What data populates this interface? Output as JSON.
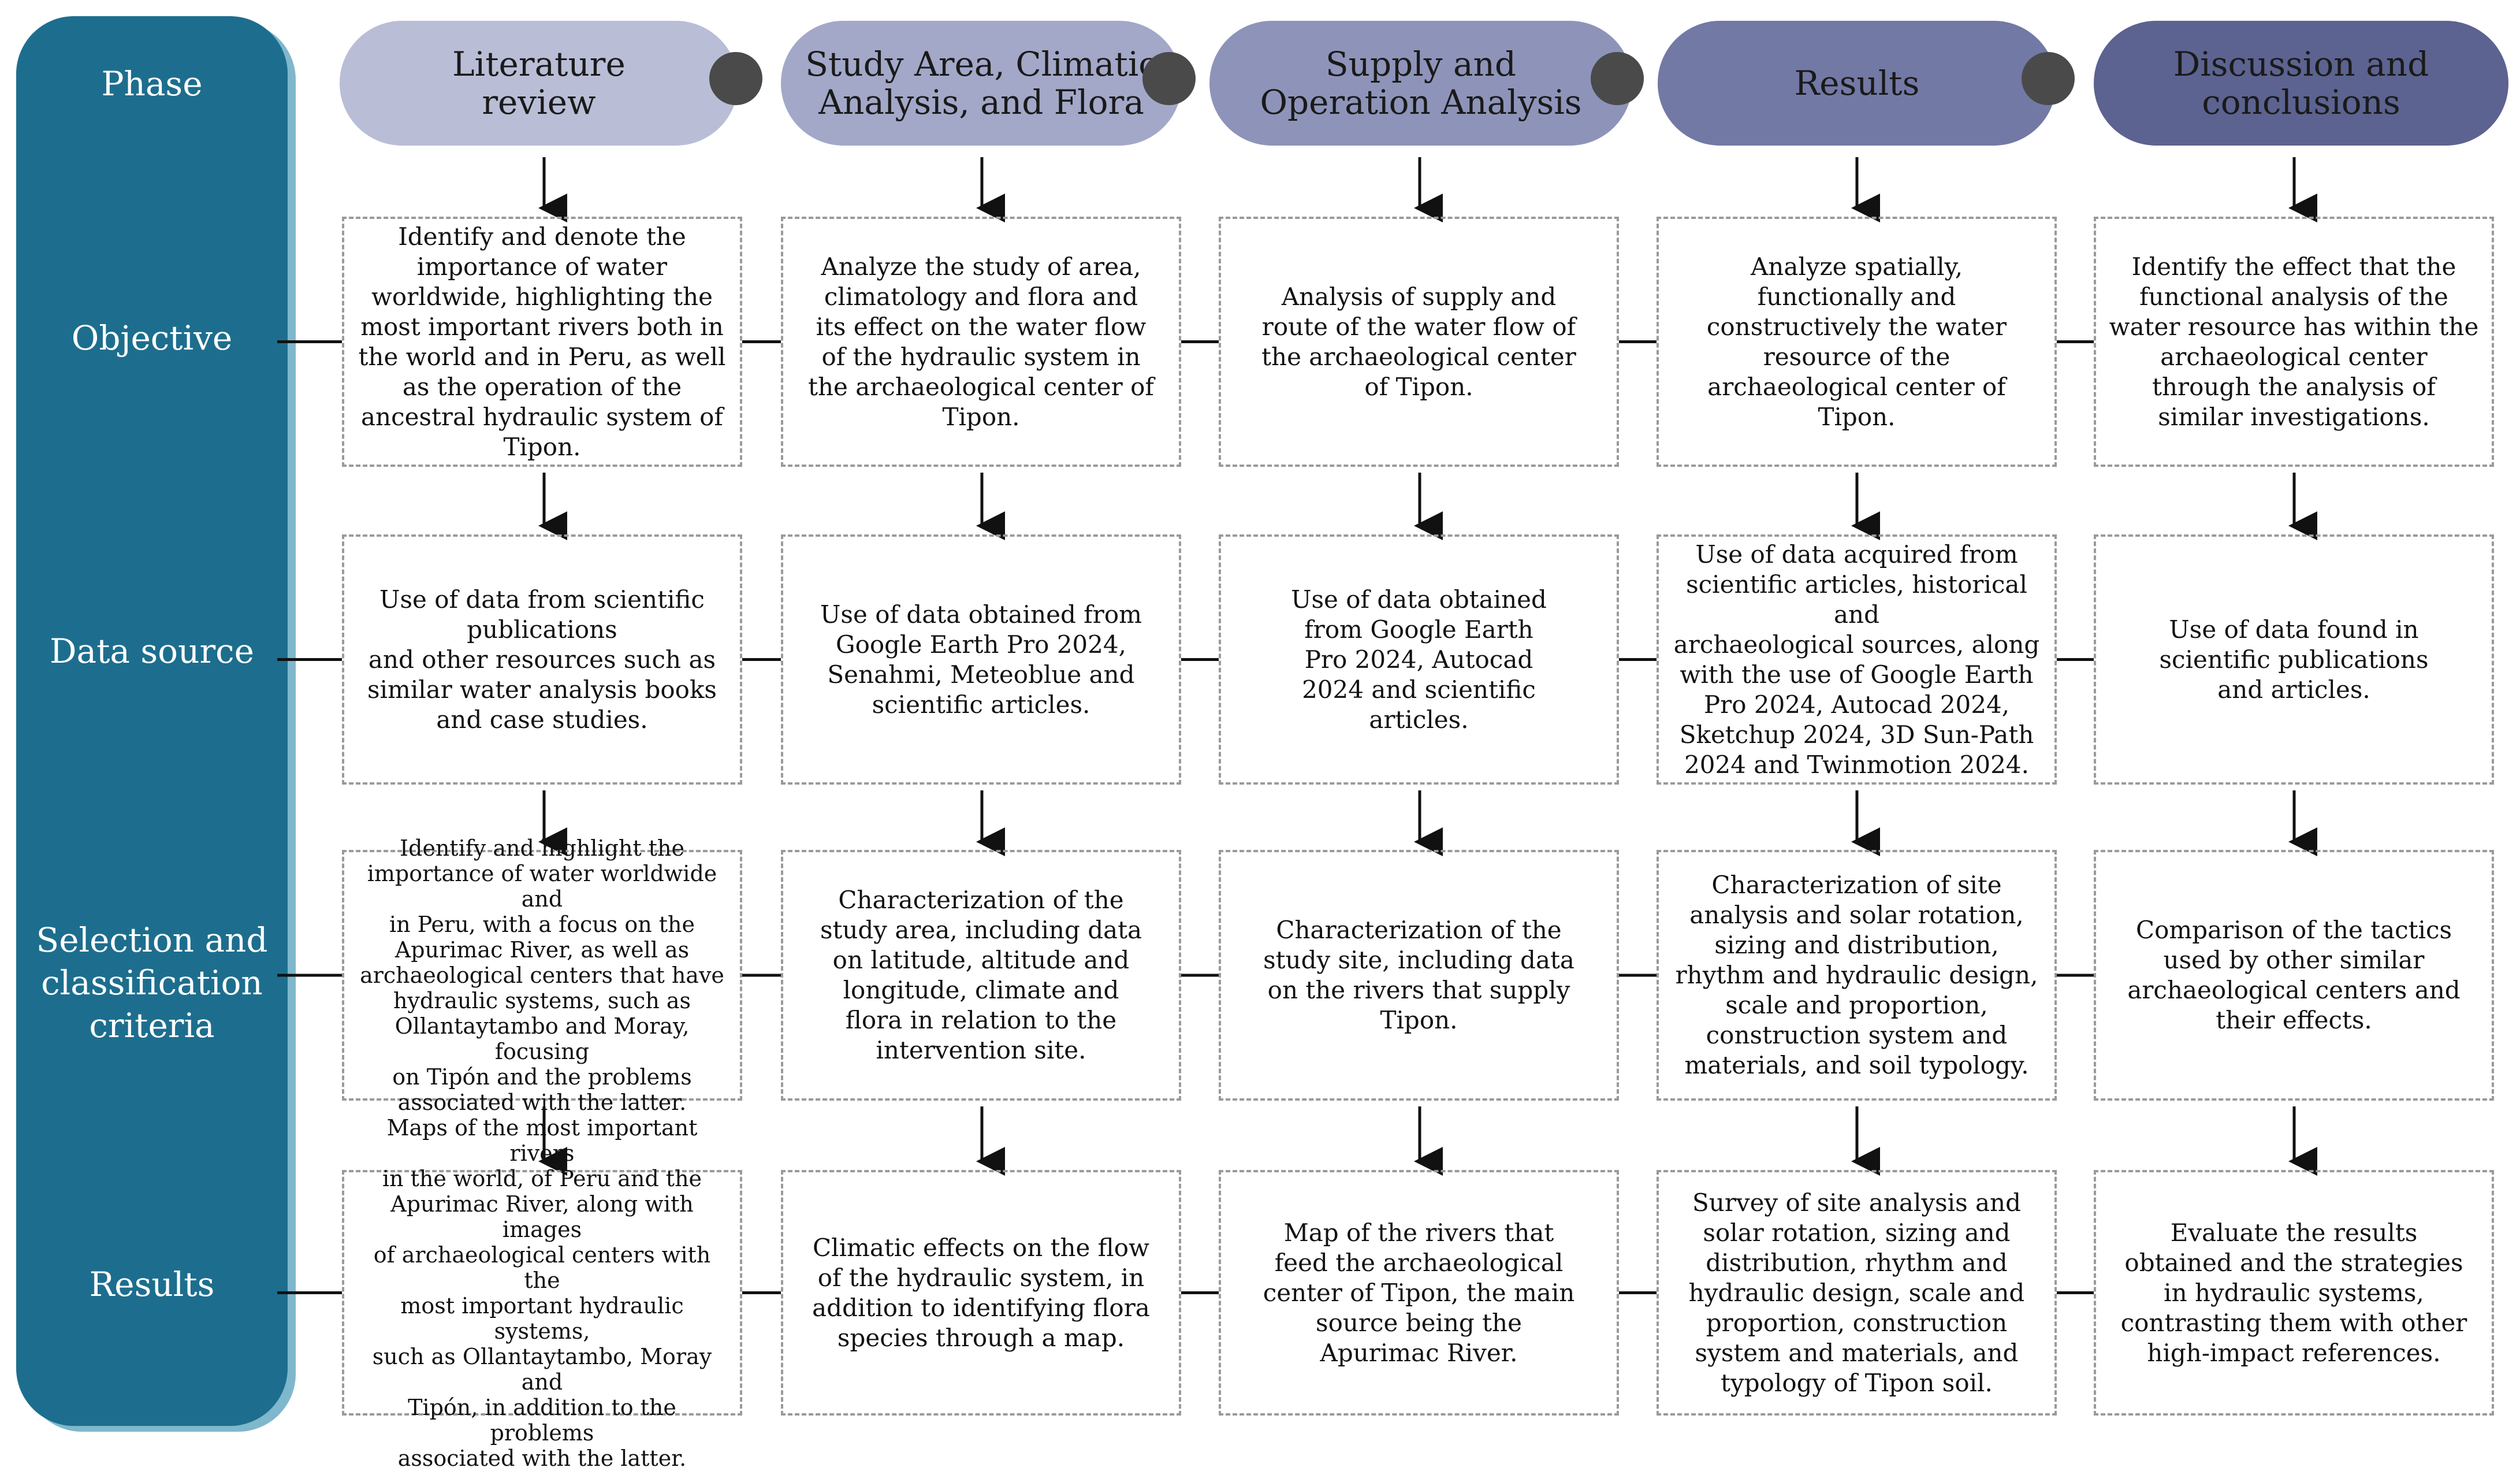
{
  "rows": {
    "phase": "Phase",
    "objective": "Objective",
    "data_source": "Data source",
    "selection": "Selection and\nclassification\ncriteria",
    "results": "Results"
  },
  "phases": [
    {
      "label": "Literature\nreview",
      "color": "#b9bdd6"
    },
    {
      "label": "Study Area, Climatic\nAnalysis, and Flora",
      "color": "#a3a8c8"
    },
    {
      "label": "Supply and\nOperation Analysis",
      "color": "#8e94b9"
    },
    {
      "label": "Results",
      "color": "#7379a5"
    },
    {
      "label": "Discussion and\nconclusions",
      "color": "#5c6390"
    }
  ],
  "objective": [
    "Identify and denote the\nimportance of water\nworldwide, highlighting the\nmost important rivers both in\nthe world and in Peru, as well\nas the operation of the\nancestral hydraulic system of\nTipon.",
    "Analyze the study of area,\nclimatology and flora and\nits effect on the water flow\nof the hydraulic system in\nthe archaeological center of\nTipon.",
    "Analysis of supply and\nroute of the water flow of\nthe archaeological center\nof Tipon.",
    "Analyze spatially,\nfunctionally and\nconstructively the water\nresource of the\narchaeological center of\nTipon.",
    "Identify the effect that the\nfunctional analysis of the\nwater resource has within the\narchaeological center\nthrough the analysis of\nsimilar investigations."
  ],
  "data_source": [
    "Use of data from scientific\npublications\nand other resources such as\nsimilar water analysis books\nand case studies.",
    "Use of data obtained from\nGoogle Earth Pro 2024,\nSenahmi, Meteoblue and\nscientific articles.",
    "Use of data obtained\nfrom Google Earth\nPro 2024, Autocad\n2024 and scientific\narticles.",
    "Use of data acquired from\nscientific articles, historical and\narchaeological sources, along\nwith the use of Google Earth\nPro 2024, Autocad 2024,\nSketchup 2024, 3D Sun-Path\n2024 and Twinmotion 2024.",
    "Use of data found in\nscientific publications\nand articles."
  ],
  "selection": [
    "Identify and highlight the\nimportance of water worldwide and\nin Peru, with a focus on the\nApurimac River, as well as\narchaeological centers that have\nhydraulic systems, such as\nOllantaytambo and Moray, focusing\non Tipón and the problems\nassociated with the latter.",
    "Characterization of the\nstudy area, including data\non latitude, altitude and\nlongitude, climate and\nflora in relation to the\nintervention site.",
    "Characterization of the\nstudy site, including data\non the rivers that supply\nTipon.",
    "Characterization of site\nanalysis and solar rotation,\nsizing and distribution,\nrhythm and hydraulic design,\nscale and proportion,\nconstruction system and\nmaterials, and soil typology.",
    "Comparison of the tactics\nused by other similar\narchaeological centers and\ntheir effects."
  ],
  "results": [
    "Maps of the most important rivers\nin the world, of Peru and the\nApurimac River, along with images\nof archaeological centers with the\nmost important hydraulic systems,\nsuch as Ollantaytambo, Moray and\nTipón, in addition to the problems\nassociated with the latter.",
    "Climatic effects on the flow\nof the hydraulic system, in\naddition to identifying flora\nspecies through a map.",
    "Map of the rivers that\nfeed the archaeological\ncenter of Tipon, the main\nsource being the\nApurimac River.",
    "Survey of site analysis and\nsolar rotation, sizing and\ndistribution, rhythm and\nhydraulic design, scale and\nproportion, construction\nsystem and materials, and\ntypology of Tipon soil.",
    "Evaluate the results\nobtained and the strategies\nin hydraulic systems,\ncontrasting them with other\nhigh-impact references."
  ]
}
